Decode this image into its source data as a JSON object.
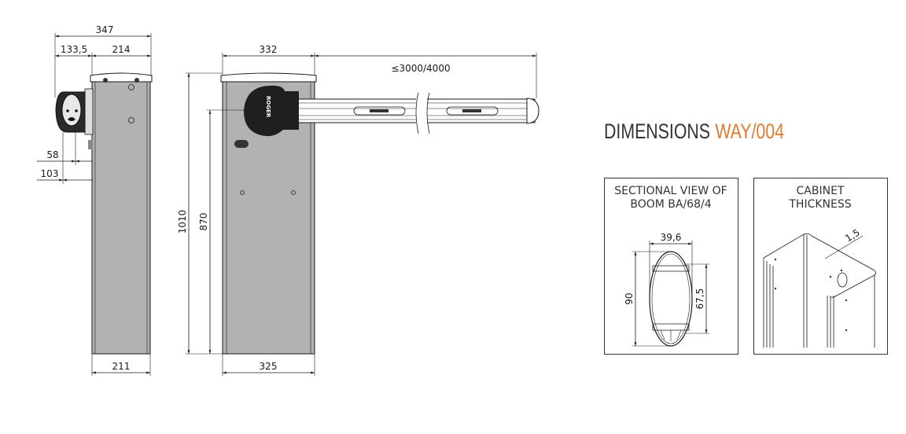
{
  "title": {
    "prefix": "DIMENSIONS",
    "model": "WAY/004",
    "accent_color": "#e07a2e",
    "text_color": "#333333"
  },
  "side_view": {
    "dims": {
      "overall_width": "347",
      "motor_depth": "133,5",
      "cabinet_depth": "214",
      "offset_58": "58",
      "offset_103": "103",
      "base_width": "211"
    }
  },
  "front_view": {
    "dims": {
      "cabinet_width": "332",
      "boom_length": "≤3000/4000",
      "total_height": "1010",
      "boom_height": "870",
      "base_width": "325"
    },
    "logo_text": "ROGER"
  },
  "boom_section": {
    "label_line1": "SECTIONAL VIEW OF",
    "label_line2": "BOOM BA/68/4",
    "dims": {
      "width": "39,6",
      "height": "90",
      "inner": "67,5"
    }
  },
  "cabinet_thickness": {
    "label_line1": "CABINET",
    "label_line2": "THICKNESS",
    "dims": {
      "thickness": "1,5"
    }
  }
}
